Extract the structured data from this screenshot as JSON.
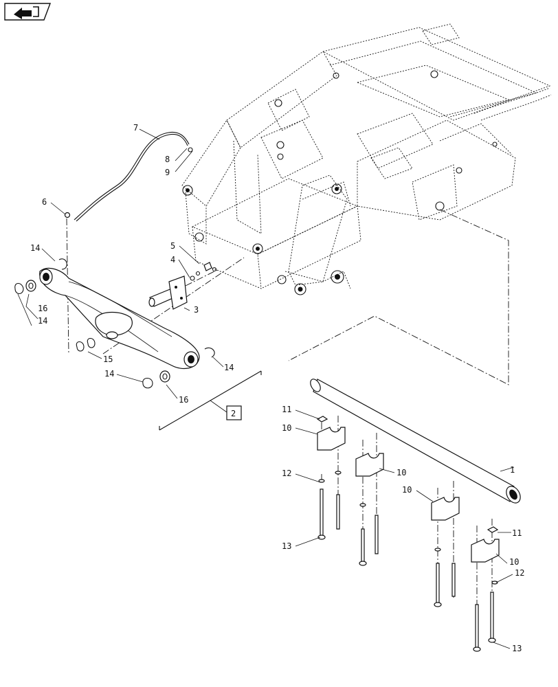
{
  "callouts": [
    {
      "id": "c1",
      "text": "1"
    },
    {
      "id": "c2",
      "text": "2"
    },
    {
      "id": "c3",
      "text": "3"
    },
    {
      "id": "c4",
      "text": "4"
    },
    {
      "id": "c5",
      "text": "5"
    },
    {
      "id": "c6",
      "text": "6"
    },
    {
      "id": "c7",
      "text": "7"
    },
    {
      "id": "c8",
      "text": "8"
    },
    {
      "id": "c9",
      "text": "9"
    },
    {
      "id": "c10a",
      "text": "10"
    },
    {
      "id": "c10b",
      "text": "10"
    },
    {
      "id": "c10c",
      "text": "10"
    },
    {
      "id": "c10d",
      "text": "10"
    },
    {
      "id": "c11a",
      "text": "11"
    },
    {
      "id": "c11b",
      "text": "11"
    },
    {
      "id": "c12a",
      "text": "12"
    },
    {
      "id": "c12b",
      "text": "12"
    },
    {
      "id": "c13a",
      "text": "13"
    },
    {
      "id": "c13b",
      "text": "13"
    },
    {
      "id": "c14a",
      "text": "14"
    },
    {
      "id": "c14b",
      "text": "14"
    },
    {
      "id": "c14c",
      "text": "14"
    },
    {
      "id": "c14d",
      "text": "14"
    },
    {
      "id": "c15",
      "text": "15"
    },
    {
      "id": "c16a",
      "text": "16"
    },
    {
      "id": "c16b",
      "text": "16"
    }
  ],
  "nav_icon": "page-back-arrow-icon"
}
